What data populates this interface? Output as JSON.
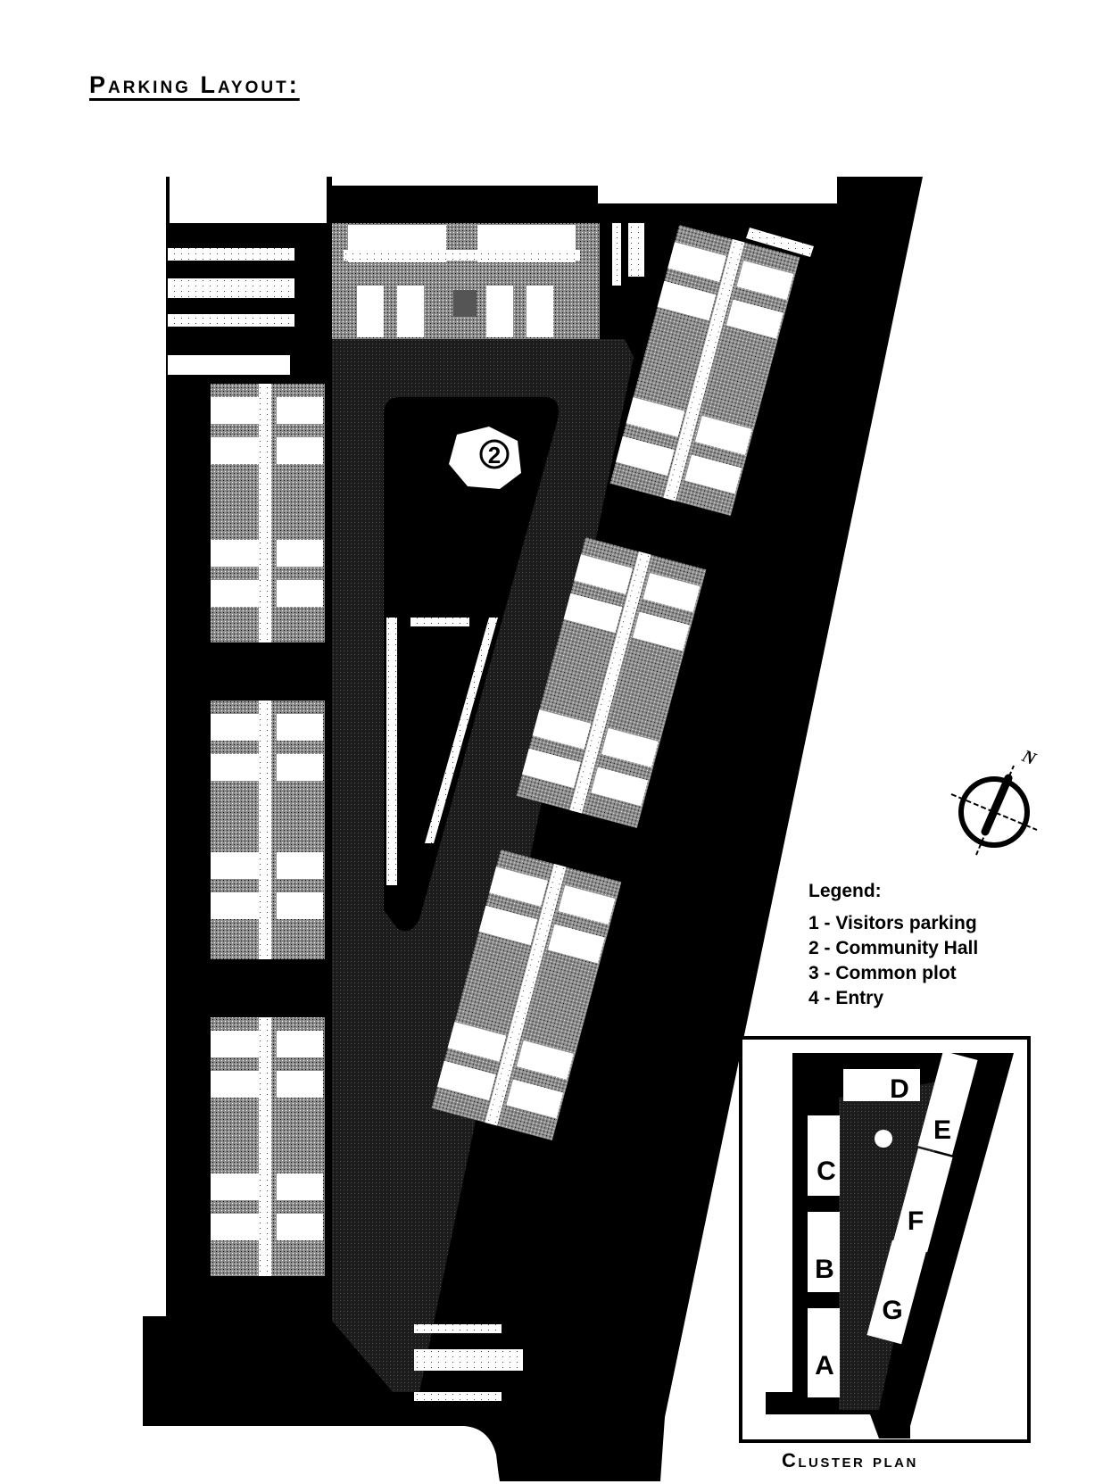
{
  "page": {
    "title": "Parking Layout:"
  },
  "site_plan": {
    "community_hall_marker": "2",
    "north_arrow_label": "N",
    "colors": {
      "road": "#000000",
      "paving": "#2a2a2a",
      "courtyard": "#9a9a9a",
      "building": "#ffffff",
      "background": "#ffffff"
    }
  },
  "legend": {
    "title": "Legend:",
    "items": [
      {
        "label": "1 - Visitors parking"
      },
      {
        "label": "2 - Community Hall"
      },
      {
        "label": "3 - Common plot"
      },
      {
        "label": "4 - Entry"
      }
    ]
  },
  "cluster_plan": {
    "caption": "Cluster plan",
    "blocks": [
      {
        "label": "A"
      },
      {
        "label": "B"
      },
      {
        "label": "C"
      },
      {
        "label": "D"
      },
      {
        "label": "E"
      },
      {
        "label": "F"
      },
      {
        "label": "G"
      }
    ]
  }
}
